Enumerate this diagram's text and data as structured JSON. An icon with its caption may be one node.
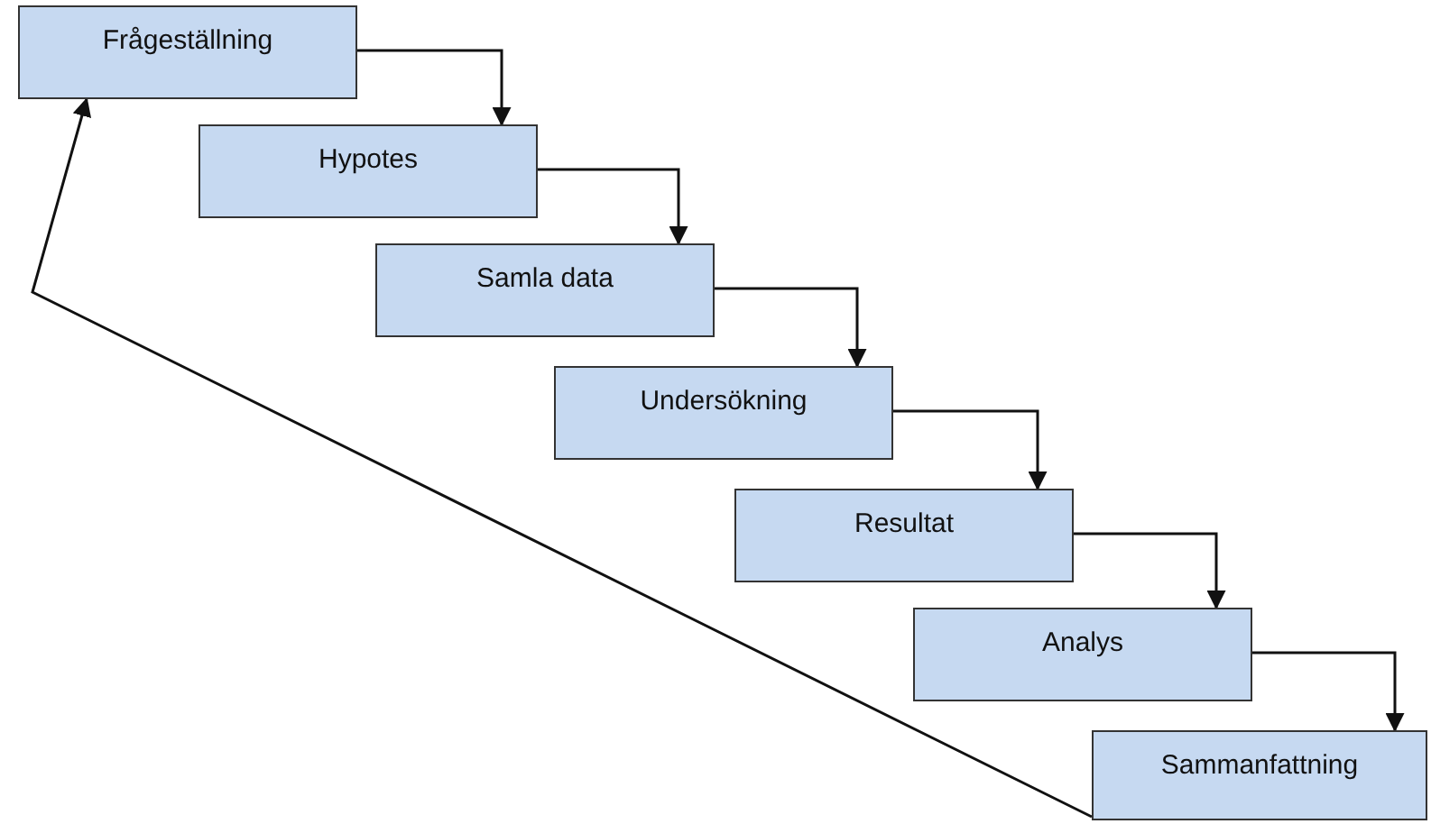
{
  "diagram": {
    "nodes": [
      {
        "text": [
          "Frågeställning"
        ]
      },
      {
        "text": [
          "Hypotes"
        ]
      },
      {
        "text": [
          "Samla data"
        ]
      },
      {
        "text": [
          "Undersökning"
        ]
      },
      {
        "text": [
          "Resultat"
        ]
      },
      {
        "text": [
          "Analys"
        ]
      },
      {
        "text": [
          "Sammanfattning"
        ]
      }
    ],
    "edges": [
      {
        "from": 0,
        "to": 1,
        "arrow": "to"
      },
      {
        "from": 1,
        "to": 2,
        "arrow": "to"
      },
      {
        "from": 2,
        "to": 3,
        "arrow": "to"
      },
      {
        "from": 3,
        "to": 4,
        "arrow": "to"
      },
      {
        "from": 4,
        "to": 5,
        "arrow": "to"
      },
      {
        "from": 5,
        "to": 6,
        "arrow": "to"
      },
      {
        "from": 6,
        "to": 0,
        "arrow": "to"
      }
    ]
  }
}
